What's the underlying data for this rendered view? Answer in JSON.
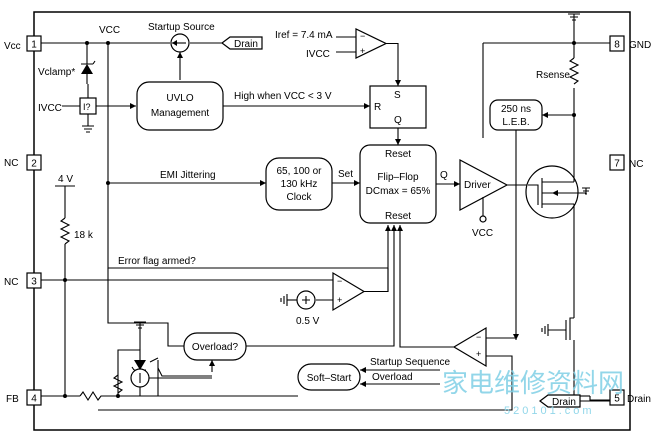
{
  "pins": {
    "vcc": {
      "num": "1",
      "name": "Vcc"
    },
    "nc_left_top": {
      "num": "2",
      "name": "NC"
    },
    "nc_left_bottom": {
      "num": "3",
      "name": "NC"
    },
    "fb": {
      "num": "4",
      "name": "FB"
    },
    "gnd": {
      "num": "8",
      "name": "GND"
    },
    "nc_right": {
      "num": "7",
      "name": "NC"
    },
    "drain": {
      "num": "5",
      "name": "Drain"
    }
  },
  "labels": {
    "vcc_node": "VCC",
    "startup_source": "Startup Source",
    "drain_tag_top": "Drain",
    "iref": "Iref = 7.4 mA",
    "ivcc_top": "IVCC",
    "vclamp": "Vclamp*",
    "ivcc_left": "IVCC",
    "current_source_q": "I?",
    "uvlo_line1": "UVLO",
    "uvlo_line2": "Management",
    "high_when": "High when VCC < 3 V",
    "sr_s": "S",
    "sr_r": "R",
    "sr_q": "Q",
    "rsense": "Rsense",
    "leb_line1": "250 ns",
    "leb_line2": "L.E.B.",
    "emi": "EMI Jittering",
    "clock_line1": "65, 100 or",
    "clock_line2": "130 kHz",
    "clock_line3": "Clock",
    "set": "Set",
    "ff_reset_top": "Reset",
    "ff_line1": "Flip–Flop",
    "ff_line2": "DCmax = 65%",
    "ff_reset_bottom": "Reset",
    "ff_q": "Q",
    "driver": "Driver",
    "vcc_driver": "VCC",
    "four_v": "4 V",
    "r18k": "18 k",
    "error_flag": "Error flag armed?",
    "half_v": "0.5 V",
    "overload_q": "Overload?",
    "startup_seq": "Startup Sequence",
    "overload": "Overload",
    "softstart": "Soft–Start",
    "drain_tag_bottom": "Drain",
    "plus": "+",
    "minus": "−"
  },
  "watermark": {
    "text": "家电维修资料网",
    "url": "520101.com"
  }
}
